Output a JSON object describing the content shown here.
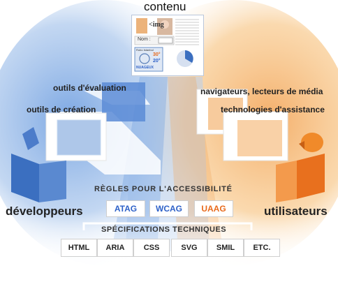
{
  "content": {
    "title": "contenu",
    "img_tag": "<img",
    "name_label": "Nom :",
    "weather": {
      "city": "Robo Istanbul",
      "temp_high": "30°",
      "temp_low": "20°",
      "condition": "NUAGEUX"
    }
  },
  "tools": {
    "evaluation": "outils d'évaluation",
    "authoring": "outils de création"
  },
  "user_agents": {
    "browsers": "navigateurs, lecteurs de média",
    "assistive": "technologies d'assistance"
  },
  "actors": {
    "developers": "développeurs",
    "users": "utilisateurs"
  },
  "guidelines": {
    "heading": "RÈGLES POUR L'ACCESSIBILITÉ",
    "items": [
      "ATAG",
      "WCAG",
      "UAAG"
    ]
  },
  "specifications": {
    "heading": "SPÉCIFICATIONS TECHNIQUES",
    "items": [
      "HTML",
      "ARIA",
      "CSS",
      "SVG",
      "SMIL",
      "ETC."
    ]
  },
  "colors": {
    "blue": "#3b6fc0",
    "light_blue": "#a9c6ec",
    "orange": "#f08a2a",
    "light_orange": "#f8c98c"
  }
}
